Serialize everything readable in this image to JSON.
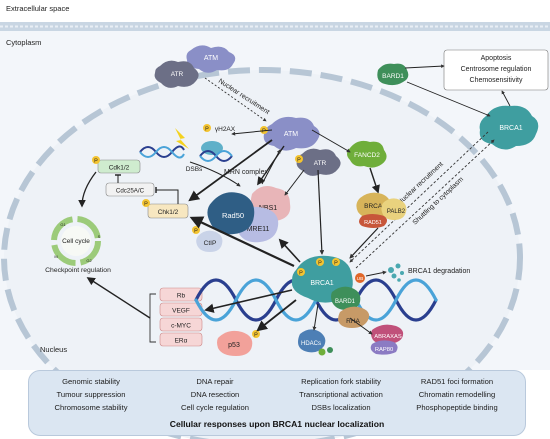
{
  "compartments": {
    "extracellular": "Extracellular space",
    "cytoplasm": "Cytoplasm",
    "nucleus": "Nucleus"
  },
  "proteins": {
    "atm_cyto": "ATM",
    "atr_cyto": "ATR",
    "atm_nuc": "ATM",
    "atr_nuc": "ATR",
    "bard1_cyto": "BARD1",
    "brca1_cyto": "BRCA1",
    "fancd2": "FANCD2",
    "brca2": "BRCA2",
    "palb2": "PALB2",
    "rad51": "RAD51",
    "nbs1": "NBS1",
    "rad50": "Rad50",
    "mre11": "MRE11",
    "ctip": "CtIP",
    "brca1_nuc": "BRCA1",
    "bard1_nuc": "BARD1",
    "rha": "RHA",
    "hdacs": "HDACs",
    "abraxas": "ABRAXAS",
    "rap80": "RAP80",
    "p53": "p53",
    "chk12": "Chk1/2",
    "cdk12": "Cdk1/2",
    "cdc25": "Cdc25A/C",
    "h2ax": "γH2AX",
    "ub": "UB"
  },
  "labels": {
    "nuclear_recruitment_top": "Nuclear recruitment",
    "nuclear_recruitment_right": "Nuclear recruitment",
    "shuttling": "Shuttling to cytoplasm",
    "dsbs": "DSBs",
    "mrn_complex": "MRN complex",
    "brca1_degradation": "BRCA1 degradation",
    "cell_cycle": "Cell cycle",
    "checkpoint": "Checkpoint regulation",
    "phase_g1": "G1",
    "phase_s": "S",
    "phase_g2": "G2",
    "phase_m": "M"
  },
  "phospho": "P",
  "cyto_functions": [
    "Apoptosis",
    "Centrosome regulation",
    "Chemosensitivity"
  ],
  "targets": [
    "Rb",
    "VEGF",
    "c-MYC",
    "ERα"
  ],
  "summary": {
    "col1": [
      "Genomic stability",
      "Tumour suppression",
      "Chromosome stability"
    ],
    "col2": [
      "DNA repair",
      "DNA resection",
      "Cell cycle regulation"
    ],
    "col3": [
      "Replication fork stability",
      "Transcriptional activation",
      "DSBs localization"
    ],
    "col4": [
      "RAD51 foci formation",
      "Chromatin remodelling",
      "Phosphopeptide binding"
    ],
    "title": "Cellular responses upon BRCA1 nuclear localization"
  },
  "colors": {
    "atm": "#8a8fc7",
    "atr": "#6c6f86",
    "brca1": "#3f9ea0",
    "bard1": "#3e8f5a",
    "fancd2": "#6fae3a",
    "brca2": "#d7b45a",
    "nbs1": "#e8b5b8",
    "rad50": "#2f5e85",
    "mre11": "#b7bce3",
    "rha": "#c79a67",
    "abraxas": "#c0507a",
    "rap80": "#8b7bc3",
    "p53": "#f2a19a",
    "chk": "#f7e7c0",
    "cdk": "#cfeccf",
    "phospho": "#f4c430",
    "ub": "#e0672a",
    "nucleus_fill": "#eef2f7",
    "membrane": "#b9c8d6"
  }
}
